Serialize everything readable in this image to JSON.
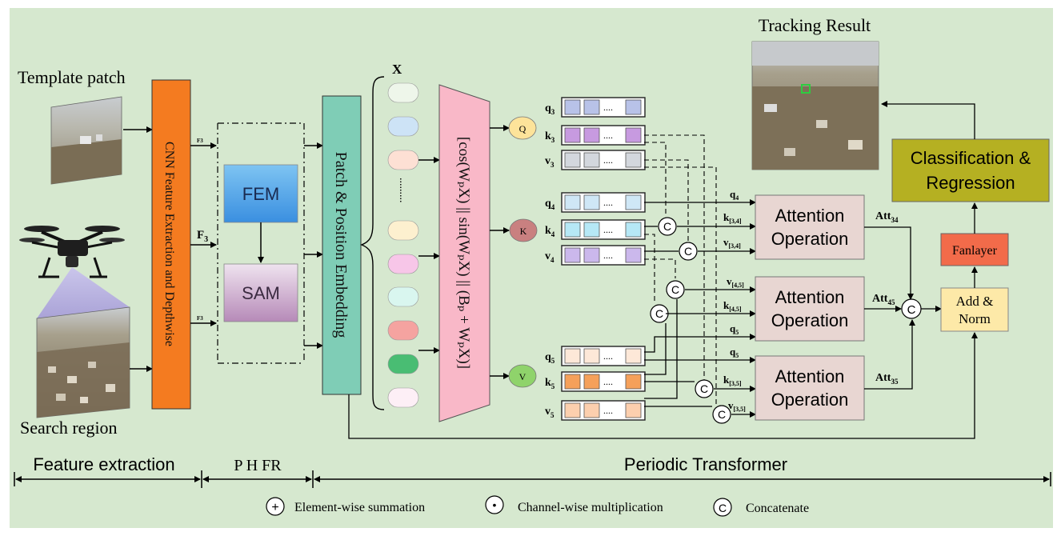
{
  "labels": {
    "template_patch": "Template patch",
    "search_region": "Search region",
    "tracking_result": "Tracking Result",
    "cnn_block": "CNN Feature Extraction and Depthwise",
    "f3": "F",
    "f3_sub": "3",
    "fem": "FEM",
    "sam": "SAM",
    "patch_embed": "Patch & Position Embedding",
    "x_label": "X",
    "periodic_formula": "[cos(WₚX) || sin(WₚX) || (Bₚ + WₚX)]",
    "q_circle": "Q",
    "k_circle": "K",
    "v_circle": "V",
    "attention_op_line1": "Attention",
    "attention_op_line2": "Operation",
    "att34": "Att",
    "att34_sub": "34",
    "att45": "Att",
    "att45_sub": "45",
    "att35": "Att",
    "att35_sub": "35",
    "add_norm_line1": "Add &",
    "add_norm_line2": "Norm",
    "fanlayer": "Fanlayer",
    "cls_reg_line1": "Classification &",
    "cls_reg_line2": "Regression",
    "concat_symbol": "C",
    "dots": "....",
    "vdots": ".........",
    "feature_extraction": "Feature extraction",
    "phfr": "P H FR",
    "periodic_transformer": "Periodic Transformer"
  },
  "token_rows": [
    {
      "name": "q",
      "sub": "3"
    },
    {
      "name": "k",
      "sub": "3"
    },
    {
      "name": "v",
      "sub": "3"
    },
    {
      "name": "q",
      "sub": "4"
    },
    {
      "name": "k",
      "sub": "4"
    },
    {
      "name": "v",
      "sub": "4"
    },
    {
      "name": "q",
      "sub": "5"
    },
    {
      "name": "k",
      "sub": "5"
    },
    {
      "name": "v",
      "sub": "5"
    }
  ],
  "arrow_labels": [
    {
      "name": "q",
      "sub": "4"
    },
    {
      "name": "k",
      "sub": "[3,4]"
    },
    {
      "name": "v",
      "sub": "[3,4]"
    },
    {
      "name": "v",
      "sub": "[4,5]"
    },
    {
      "name": "k",
      "sub": "[4,5]"
    },
    {
      "name": "q",
      "sub": "5"
    },
    {
      "name": "q",
      "sub": "5"
    },
    {
      "name": "k",
      "sub": "[3,5]"
    },
    {
      "name": "v",
      "sub": "[3,5]"
    }
  ],
  "legend": {
    "sum": "Element-wise summation",
    "mul": "Channel-wise multiplication",
    "concat": "Concatenate",
    "sum_symbol": "+",
    "mul_symbol": "•",
    "concat_symbol": "C"
  },
  "colors": {
    "background": "#d6e8cf",
    "cnn": "#f47b20",
    "patch_embed": "#7fcdb6",
    "periodic": "#f9b8c8",
    "attention": "#e8d6d2",
    "add_norm": "#fde9a8",
    "fanlayer": "#f26b4a",
    "cls_reg": "#b5b022",
    "q_circle": "#fde39a",
    "k_circle": "#c98080",
    "v_circle": "#8fd36b"
  }
}
